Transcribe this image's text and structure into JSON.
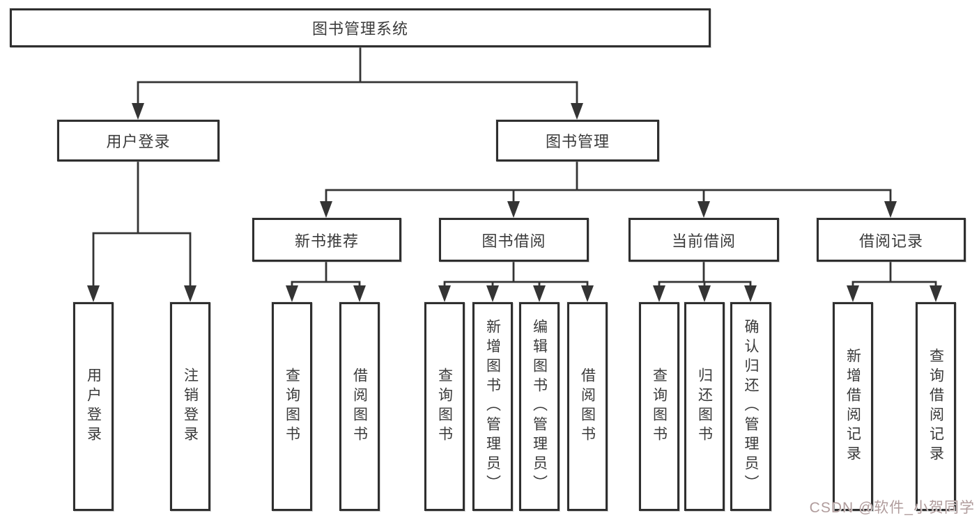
{
  "tree": {
    "root": {
      "label": "图书管理系统",
      "children": [
        {
          "label": "用户登录",
          "children": [
            {
              "label": "用户登录"
            },
            {
              "label": "注销登录"
            }
          ]
        },
        {
          "label": "图书管理",
          "children": [
            {
              "label": "新书推荐",
              "children": [
                {
                  "label": "查询图书"
                },
                {
                  "label": "借阅图书"
                }
              ]
            },
            {
              "label": "图书借阅",
              "children": [
                {
                  "label": "查询图书"
                },
                {
                  "label": "新增图书（管理员）"
                },
                {
                  "label": "编辑图书（管理员）"
                },
                {
                  "label": "借阅图书"
                }
              ]
            },
            {
              "label": "当前借阅",
              "children": [
                {
                  "label": "查询图书"
                },
                {
                  "label": "归还图书"
                },
                {
                  "label": "确认归还（管理员）"
                }
              ]
            },
            {
              "label": "借阅记录",
              "children": [
                {
                  "label": "新增借阅记录"
                },
                {
                  "label": "查询借阅记录"
                }
              ]
            }
          ]
        }
      ]
    }
  },
  "watermark": {
    "text": "CSDN @软件_小贺同学"
  },
  "colors": {
    "line": "#343434",
    "box_border": "#2f2f2f",
    "text": "#3a3a3a",
    "watermark": "#b09c9c",
    "background": "#ffffff"
  }
}
